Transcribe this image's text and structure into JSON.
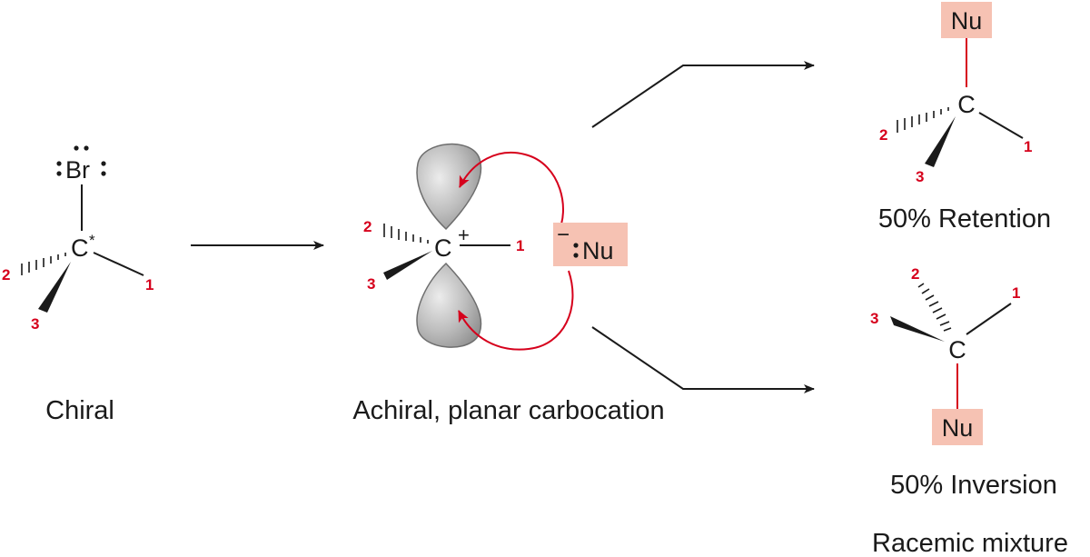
{
  "colors": {
    "ink": "#1a1a1a",
    "accent_red": "#d6001c",
    "nu_box": "#f6c2b3",
    "orbital_gray": "#a8a8a8"
  },
  "chiral": {
    "leaving_group": "Br",
    "center": "C",
    "stereo_mark": "*",
    "sub1": "1",
    "sub2": "2",
    "sub3": "3",
    "caption": "Chiral"
  },
  "carbocation": {
    "center": "C",
    "charge": "+",
    "sub1": "1",
    "sub2": "2",
    "sub3": "3",
    "caption": "Achiral, planar carbocation"
  },
  "nucleophile": {
    "charge": "−",
    "label": "Nu"
  },
  "retention": {
    "center": "C",
    "nu": "Nu",
    "sub1": "1",
    "sub2": "2",
    "sub3": "3",
    "caption": "50% Retention"
  },
  "inversion": {
    "center": "C",
    "nu": "Nu",
    "sub1": "1",
    "sub2": "2",
    "sub3": "3",
    "caption": "50% Inversion"
  },
  "result_caption": "Racemic mixture"
}
